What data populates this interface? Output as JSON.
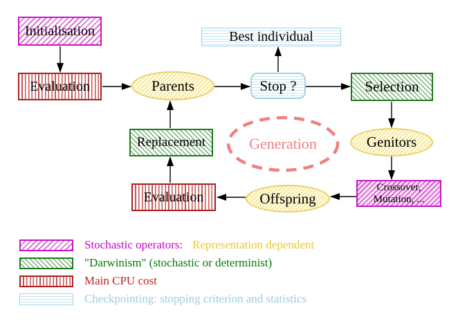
{
  "diagram": {
    "nodes": {
      "initialisation": "Initialisation",
      "evaluation_top": "Evaluation",
      "parents": "Parents",
      "best_individual": "Best individual",
      "stop": "Stop ?",
      "selection": "Selection",
      "replacement": "Replacement",
      "generation": "Generation",
      "genitors": "Genitors",
      "crossover_line1": "Crossover,",
      "crossover_line2": "Mutation, ...",
      "offspring": "Offspring",
      "evaluation_bottom": "Evaluation"
    },
    "legend": [
      {
        "label": "Stochastic operators:",
        "label2": "Representation dependent"
      },
      {
        "label": "\"Darwinism\" (stochastic or determinist)"
      },
      {
        "label": "Main CPU cost"
      },
      {
        "label": "Checkpointing: stopping criterion and statistics"
      }
    ],
    "colors": {
      "magenta": "#cc00cc",
      "green": "#1a7a1a",
      "red": "#ad1c1c",
      "cyan": "#a3d2e2",
      "yellow": "#e7d169",
      "salmon": "#f08080",
      "gold": "#edc72e",
      "arrow": "#000000"
    }
  }
}
